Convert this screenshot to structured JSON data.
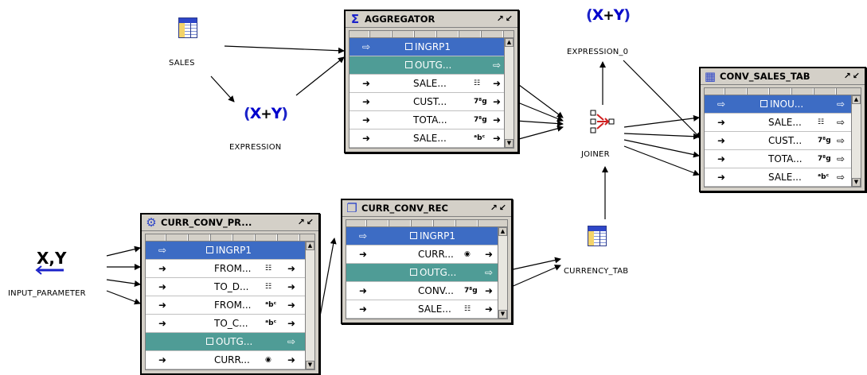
{
  "nodes": {
    "sales": {
      "label": "SALES"
    },
    "expression": {
      "label": "EXPRESSION",
      "glyph": "X+Y"
    },
    "expression_0": {
      "label": "EXPRESSION_0",
      "glyph": "X+Y"
    },
    "joiner": {
      "label": "JOINER"
    },
    "currency_tab": {
      "label": "CURRENCY_TAB"
    },
    "input_parameter": {
      "label": "INPUT_PARAMETER",
      "glyph": "X,Y"
    }
  },
  "operators": {
    "aggregator": {
      "title": "AGGREGATOR",
      "icon": "sigma-icon",
      "rows": [
        {
          "kind": "group-in",
          "label": "INGRP1"
        },
        {
          "kind": "group-out",
          "label": "OUTG..."
        },
        {
          "kind": "attr",
          "label": "SALE...",
          "type": "31"
        },
        {
          "kind": "attr",
          "label": "CUST...",
          "type": "78g"
        },
        {
          "kind": "attr",
          "label": "TOTA...",
          "type": "78g"
        },
        {
          "kind": "attr",
          "label": "SALE...",
          "type": "abc"
        }
      ]
    },
    "conv_sales_tab": {
      "title": "CONV_SALES_TAB",
      "icon": "table-icon",
      "rows": [
        {
          "kind": "group-in",
          "label": "INOU..."
        },
        {
          "kind": "attr",
          "label": "SALE...",
          "type": "31"
        },
        {
          "kind": "attr",
          "label": "CUST...",
          "type": "78g"
        },
        {
          "kind": "attr",
          "label": "TOTA...",
          "type": "78g"
        },
        {
          "kind": "attr",
          "label": "SALE...",
          "type": "abc"
        }
      ]
    },
    "curr_conv_pr": {
      "title": "CURR_CONV_PR...",
      "icon": "gear-icon",
      "rows": [
        {
          "kind": "group-in",
          "label": "INGRP1"
        },
        {
          "kind": "attr",
          "label": "FROM...",
          "type": "31"
        },
        {
          "kind": "attr",
          "label": "TO_D...",
          "type": "31"
        },
        {
          "kind": "attr",
          "label": "FROM...",
          "type": "abc"
        },
        {
          "kind": "attr",
          "label": "TO_C...",
          "type": "abc"
        },
        {
          "kind": "group-out",
          "label": "OUTG..."
        },
        {
          "kind": "attr",
          "label": "CURR...",
          "type": "rec"
        }
      ]
    },
    "curr_conv_rec": {
      "title": "CURR_CONV_REC",
      "icon": "record-icon",
      "rows": [
        {
          "kind": "group-in",
          "label": "INGRP1"
        },
        {
          "kind": "attr",
          "label": "CURR...",
          "type": "rec"
        },
        {
          "kind": "group-out",
          "label": "OUTG..."
        },
        {
          "kind": "attr",
          "label": "CONV...",
          "type": "78g"
        },
        {
          "kind": "attr",
          "label": "SALE...",
          "type": "31"
        }
      ]
    }
  },
  "colors": {
    "group_in": "#3d6cc4",
    "group_out": "#4f9c96",
    "panel": "#d4d0c8",
    "expr": "#1b22c9"
  }
}
